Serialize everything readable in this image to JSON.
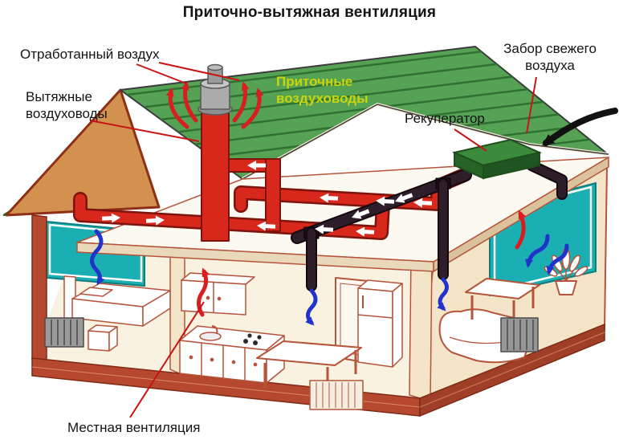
{
  "title": "Приточно-вытяжная вентиляция",
  "labels": {
    "exhaust_air": "Отработанный воздух",
    "exhaust_ducts_line1": "Вытяжные",
    "exhaust_ducts_line2": "воздуховоды",
    "supply_ducts_line1": "Приточные",
    "supply_ducts_line2": "воздуховоды",
    "fresh_air_line1": "Забор свежего",
    "fresh_air_line2": "воздуха",
    "recuperator": "Рекуператор",
    "local_ventilation": "Местная вентиляция"
  },
  "colors": {
    "roof_green": "#55a255",
    "roof_stripe": "#2f7031",
    "gable_tan": "#d2914f",
    "wall_cream": "#f4e5c9",
    "trim_brown": "#b5543b",
    "plinth_red": "#b5482e",
    "duct_red": "#d8281c",
    "duct_dark": "#2e1e2a",
    "recuperator_green": "#3c8a3c",
    "window_teal": "#1aafb2",
    "arrow_blue": "#2233cc",
    "arrow_red": "#d81e1e",
    "leader_red": "#c81414",
    "label_yellow": "#c9d40a"
  }
}
